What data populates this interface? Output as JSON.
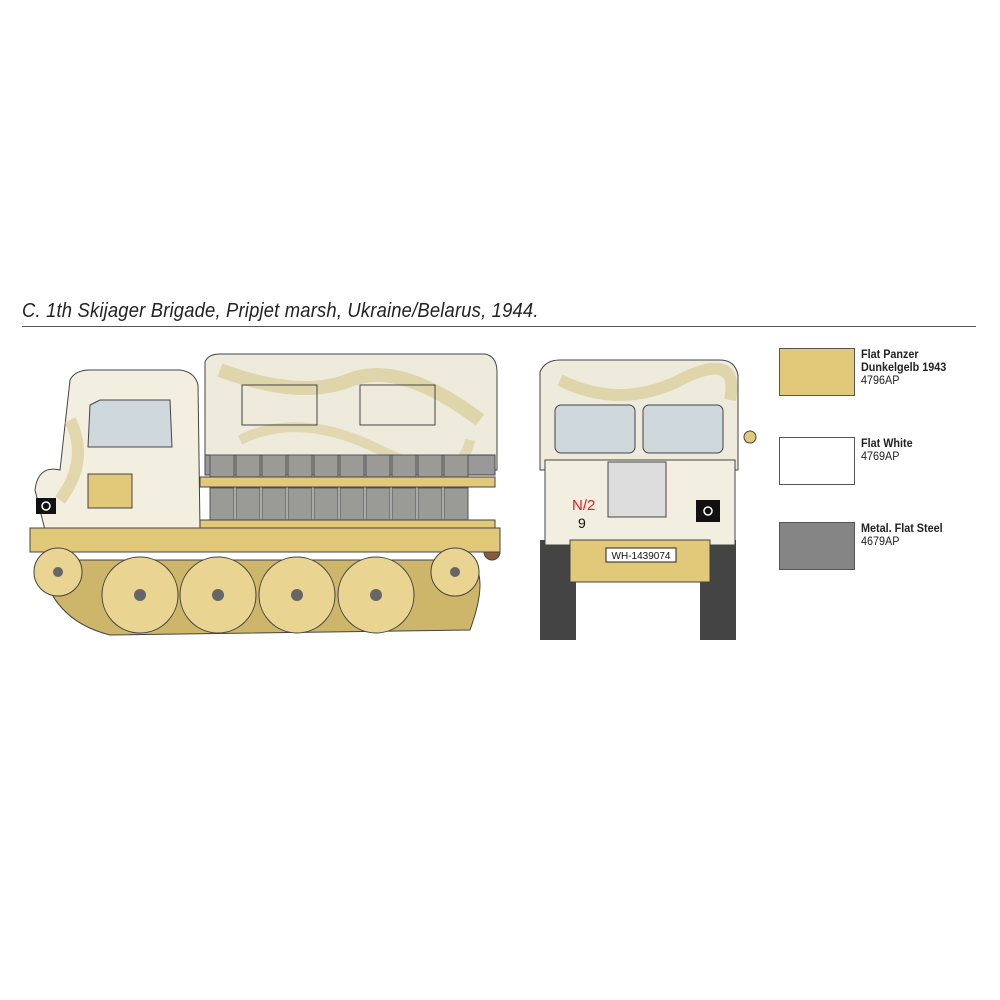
{
  "caption": "C. 1th Skijager Brigade, Pripjet marsh, Ukraine/Belarus, 1944.",
  "front_markings": {
    "unit": "N/2",
    "number": "9",
    "plate": "WH-1439074"
  },
  "paints": [
    {
      "name": "Flat Panzer Dunkelgelb 1943",
      "name_line1": "Flat Panzer",
      "name_line2": "Dunkelgelb 1943",
      "code": "4796AP",
      "color": "#e2c97a"
    },
    {
      "name": "Flat White",
      "name_line1": "Flat White",
      "code": "4769AP",
      "color": "#ffffff"
    },
    {
      "name": "Metal. Flat Steel",
      "name_line1": "Metal. Flat Steel",
      "code": "4679AP",
      "color": "#858585"
    }
  ]
}
